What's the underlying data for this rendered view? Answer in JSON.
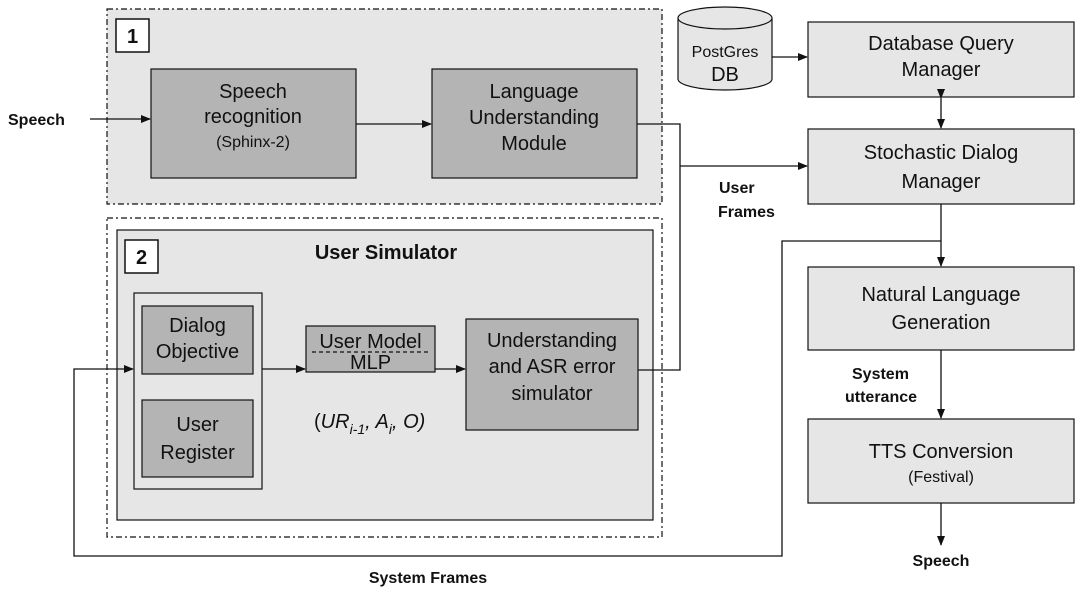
{
  "panel1": {
    "number": "1"
  },
  "panel2": {
    "number": "2",
    "title": "User Simulator"
  },
  "speech_recognition": {
    "line1": "Speech",
    "line2": "recognition",
    "sub": "(Sphinx-2)"
  },
  "language_understanding": {
    "line1": "Language",
    "line2": "Understanding",
    "line3": "Module"
  },
  "dialog_objective": {
    "line1": "Dialog",
    "line2": "Objective"
  },
  "user_register": {
    "line1": "User",
    "line2": "Register"
  },
  "user_model": {
    "line1": "User Model",
    "line2": "MLP"
  },
  "user_model_formula": {
    "open": "(",
    "ur": "UR",
    "ur_sub": "i-1",
    "a": ", A",
    "a_sub": "i",
    "o": ", O)"
  },
  "asr_simulator": {
    "line1": "Understanding",
    "line2": "and ASR error",
    "line3": "simulator"
  },
  "postgres_db": {
    "line1": "PostGres",
    "line2": "DB"
  },
  "database_query_manager": {
    "line1": "Database Query",
    "line2": "Manager"
  },
  "stochastic_dialog_manager": {
    "line1": "Stochastic Dialog",
    "line2": "Manager"
  },
  "natural_language_generation": {
    "line1": "Natural Language",
    "line2": "Generation"
  },
  "tts_conversion": {
    "line1": "TTS Conversion",
    "sub": "(Festival)"
  },
  "labels": {
    "speech_in": "Speech",
    "user_frames_1": "User",
    "user_frames_2": "Frames",
    "system_utterance_1": "System",
    "system_utterance_2": "utterance",
    "speech_out": "Speech",
    "system_frames": "System Frames"
  }
}
